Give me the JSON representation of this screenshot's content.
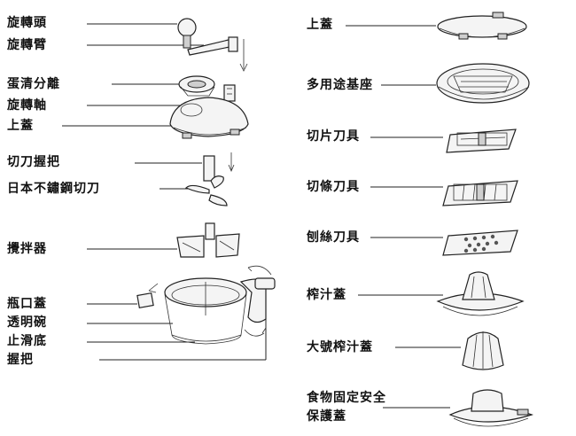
{
  "left_labels": [
    "旋轉頭",
    "旋轉臂",
    "蛋清分離",
    "旋轉軸",
    "上蓋",
    "切刀握把",
    "日本不鏽鋼切刀",
    "攪拌器",
    "瓶口蓋",
    "透明碗",
    "止滑底",
    "握把"
  ],
  "right_labels": [
    "上蓋",
    "多用途基座",
    "切片刀具",
    "切條刀具",
    "刨絲刀具",
    "榨汁蓋",
    "大號榨汁蓋",
    "食物固定安全",
    "保護蓋"
  ]
}
